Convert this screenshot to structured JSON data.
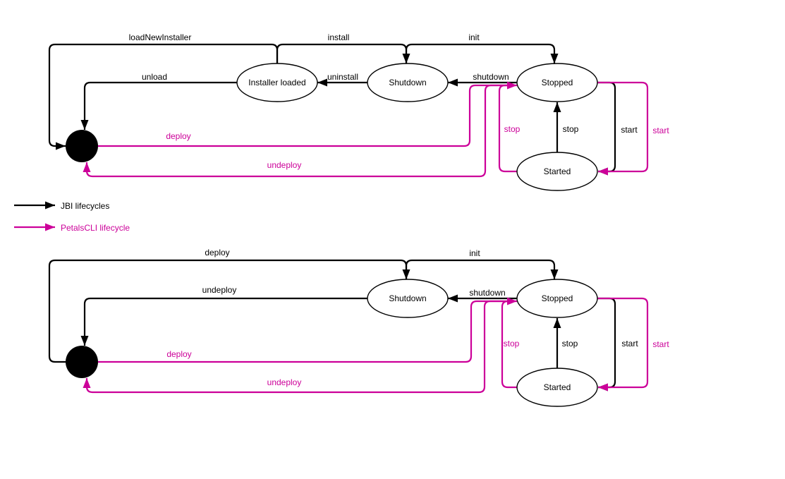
{
  "colors": {
    "jbi": "#000000",
    "petals": "#CC0099"
  },
  "legend": {
    "jbi_label": "JBI lifecycles",
    "petals_label": "PetalsCLI lifecycle"
  },
  "component_lifecycle": {
    "states": {
      "installer_loaded": "Installer loaded",
      "shutdown": "Shutdown",
      "stopped": "Stopped",
      "started": "Started"
    },
    "transitions": {
      "load_new_installer": "loadNewInstaller",
      "install": "install",
      "init": "init",
      "unload": "unload",
      "uninstall": "uninstall",
      "shutdown": "shutdown",
      "stop_jbi": "stop",
      "start_jbi": "start",
      "deploy_petals": "deploy",
      "undeploy_petals": "undeploy",
      "stop_petals": "stop",
      "start_petals": "start"
    }
  },
  "service_unit_lifecycle": {
    "states": {
      "shutdown": "Shutdown",
      "stopped": "Stopped",
      "started": "Started"
    },
    "transitions": {
      "deploy_jbi": "deploy",
      "undeploy_jbi": "undeploy",
      "init": "init",
      "shutdown": "shutdown",
      "stop_jbi": "stop",
      "start_jbi": "start",
      "deploy_petals": "deploy",
      "undeploy_petals": "undeploy",
      "stop_petals": "stop",
      "start_petals": "start"
    }
  }
}
